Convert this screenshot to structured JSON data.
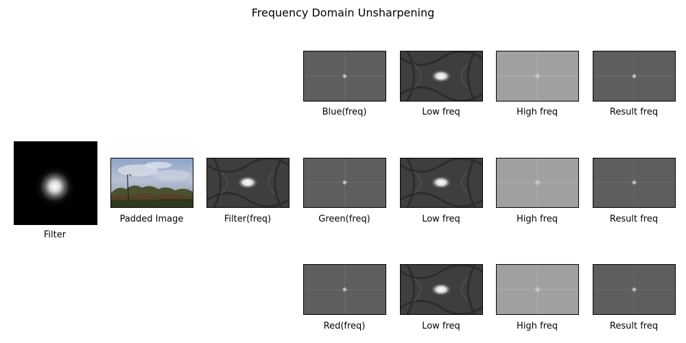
{
  "title": "Frequency Domain Unsharpening",
  "captions": {
    "filter": "Filter",
    "padded": "Padded Image",
    "filter_freq": "Filter(freq)",
    "blue_freq": "Blue(freq)",
    "green_freq": "Green(freq)",
    "red_freq": "Red(freq)",
    "low_freq": "Low freq",
    "high_freq": "High freq",
    "result_freq": "Result freq"
  },
  "colors": {
    "spectrum_mid": "#606060",
    "spectrum_dark": "#3a3a3a",
    "spectrum_light": "#a0a0a0",
    "sky": "#7c8fb3",
    "trees": "#3d4a2a"
  }
}
